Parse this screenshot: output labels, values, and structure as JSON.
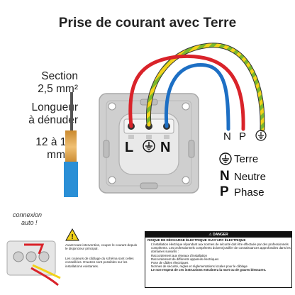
{
  "title": "Prise de courant avec Terre",
  "section_label": "Section",
  "section_value": "2,5 mm²",
  "strip_label_1": "Longueur",
  "strip_label_2": "à dénuder",
  "strip_value_1": "12 à 15",
  "strip_value_2": "mm",
  "socket_terminals": {
    "left": "L",
    "right": "N"
  },
  "wire_labels": {
    "neutral": "N",
    "phase": "P"
  },
  "legend": {
    "earth": "Terre",
    "neutral_symbol": "N",
    "neutral": "Neutre",
    "phase_symbol": "P",
    "phase": "Phase"
  },
  "connexion_label_1": "connexion",
  "connexion_label_2": "auto !",
  "caution_text_1": "Avant toute intervention, couper le courant depuis le disjoncteur principal.",
  "caution_text_2": "Les couleurs de câblage du schéma sont celles conseillées. D'autres sont possibles sur les installations existantes.",
  "danger": {
    "header": "⚠ DANGER",
    "subheader": "RISQUE DE DÉCHARGE ÉLECTRIQUE OU D'ARC ÉLECTRIQUE",
    "items": [
      "L'installation électrique répondant aux normes de sécurité doit être effectuée par des professionnels compétents. Les professionnels compétents doivent justifier de connaissances approfondies dans les domaines suivants :",
      "Raccordement aux réseaux d'installation",
      "Raccordement de différents appareils électriques",
      "Pose de câbles électriques",
      "Normes de sécurité, règles et réglementations locales pour le câblage",
      "Le non-respect de ces instructions entraînera la mort ou de graves blessures."
    ]
  },
  "colors": {
    "phase_wire": "#d9232a",
    "neutral_wire": "#1d6fc4",
    "earth_green": "#7ab82d",
    "earth_yellow": "#f2d21a",
    "socket_frame": "#cfcfcf",
    "socket_face": "#e9e9e9"
  }
}
